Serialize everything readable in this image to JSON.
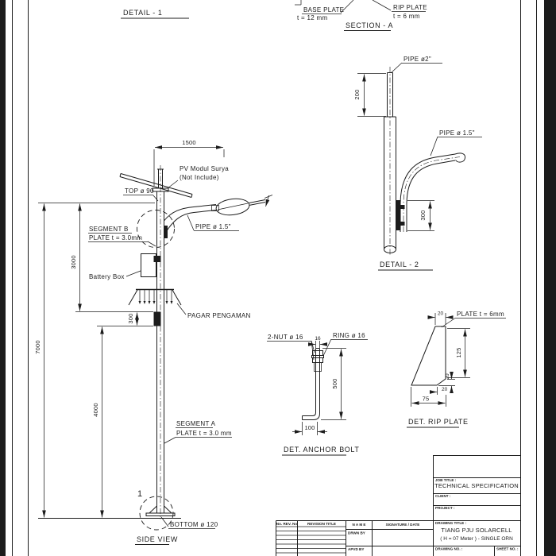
{
  "colors": {
    "ink": "#1c1c1c",
    "paper": "#ffffff"
  },
  "sheet": {
    "top": {
      "detail1_title": "DETAIL - 1",
      "base_plate_label1": "BASE PLATE",
      "base_plate_label2": "t = 12 mm",
      "rip_plate_label1": "RIP PLATE",
      "rip_plate_label2": "t = 6 mm",
      "section_title": "SECTION - A"
    },
    "side_view": {
      "dim_1500": "1500",
      "pv_label1": "PV Modul Surya",
      "pv_label2": "(Not Include)",
      "top_dia_label": "TOP ø 90",
      "segment_b_label1": "SEGMENT B",
      "segment_b_label2": "PLATE t = 3.0mm",
      "pipe_label": "PIPE ø 1.5\"",
      "battery_label": "Battery Box",
      "pagar_label": "PAGAR PENGAMAN",
      "dim_300": "300",
      "dim_3000": "3000",
      "dim_7000": "7000",
      "dim_4000": "4000",
      "segment_a_label1": "SEGMENT A",
      "segment_a_label2": "PLATE t = 3.0 mm",
      "callout_number": "1",
      "bottom_dia_label": "BOTTOM ø 120",
      "view_title": "SIDE VIEW"
    },
    "detail2": {
      "pipe2_label": "PIPE ø2\"",
      "pipe15_label": "PIPE ø 1.5\"",
      "dim_200": "200",
      "dim_300": "300",
      "view_title": "DETAIL - 2"
    },
    "anchor_bolt": {
      "nut_label": "2-NUT ø 16",
      "ring_label": "RING ø 16",
      "dim_16": "16",
      "dim_500": "500",
      "dim_100": "100",
      "view_title": "DET. ANCHOR BOLT"
    },
    "rip_plate_det": {
      "dim_20_top": "20",
      "plate_label": "PLATE t = 6mm",
      "dim_125": "125",
      "dim_20_side": "20",
      "dim_20_bot": "20",
      "dim_75": "75",
      "view_title": "DET. RIP PLATE"
    },
    "title_block": {
      "job_title_label": "JOB TITLE :",
      "job_title": "TECHNICAL SPECIFICATION",
      "client_label": "CLIENT :",
      "project_label": "PROJECT :",
      "drawing_title_label": "DRAWING TITLE :",
      "drawing_title1": "TIANG PJU SOLARCELL",
      "drawing_title2": "( H = 07 Meter ) - SINGLE ORN",
      "drawing_no_label": "DRAWING NO. :",
      "sheet_no_label": "SHEET NO. :",
      "rev_table": {
        "col1": "No. REV. No",
        "col2": "REVISION TITLE",
        "col3": "N A M E",
        "col4": "SIGNATURE / DATE",
        "row1_label": "DRWN BY",
        "row2_label": "APVD BY"
      }
    }
  }
}
